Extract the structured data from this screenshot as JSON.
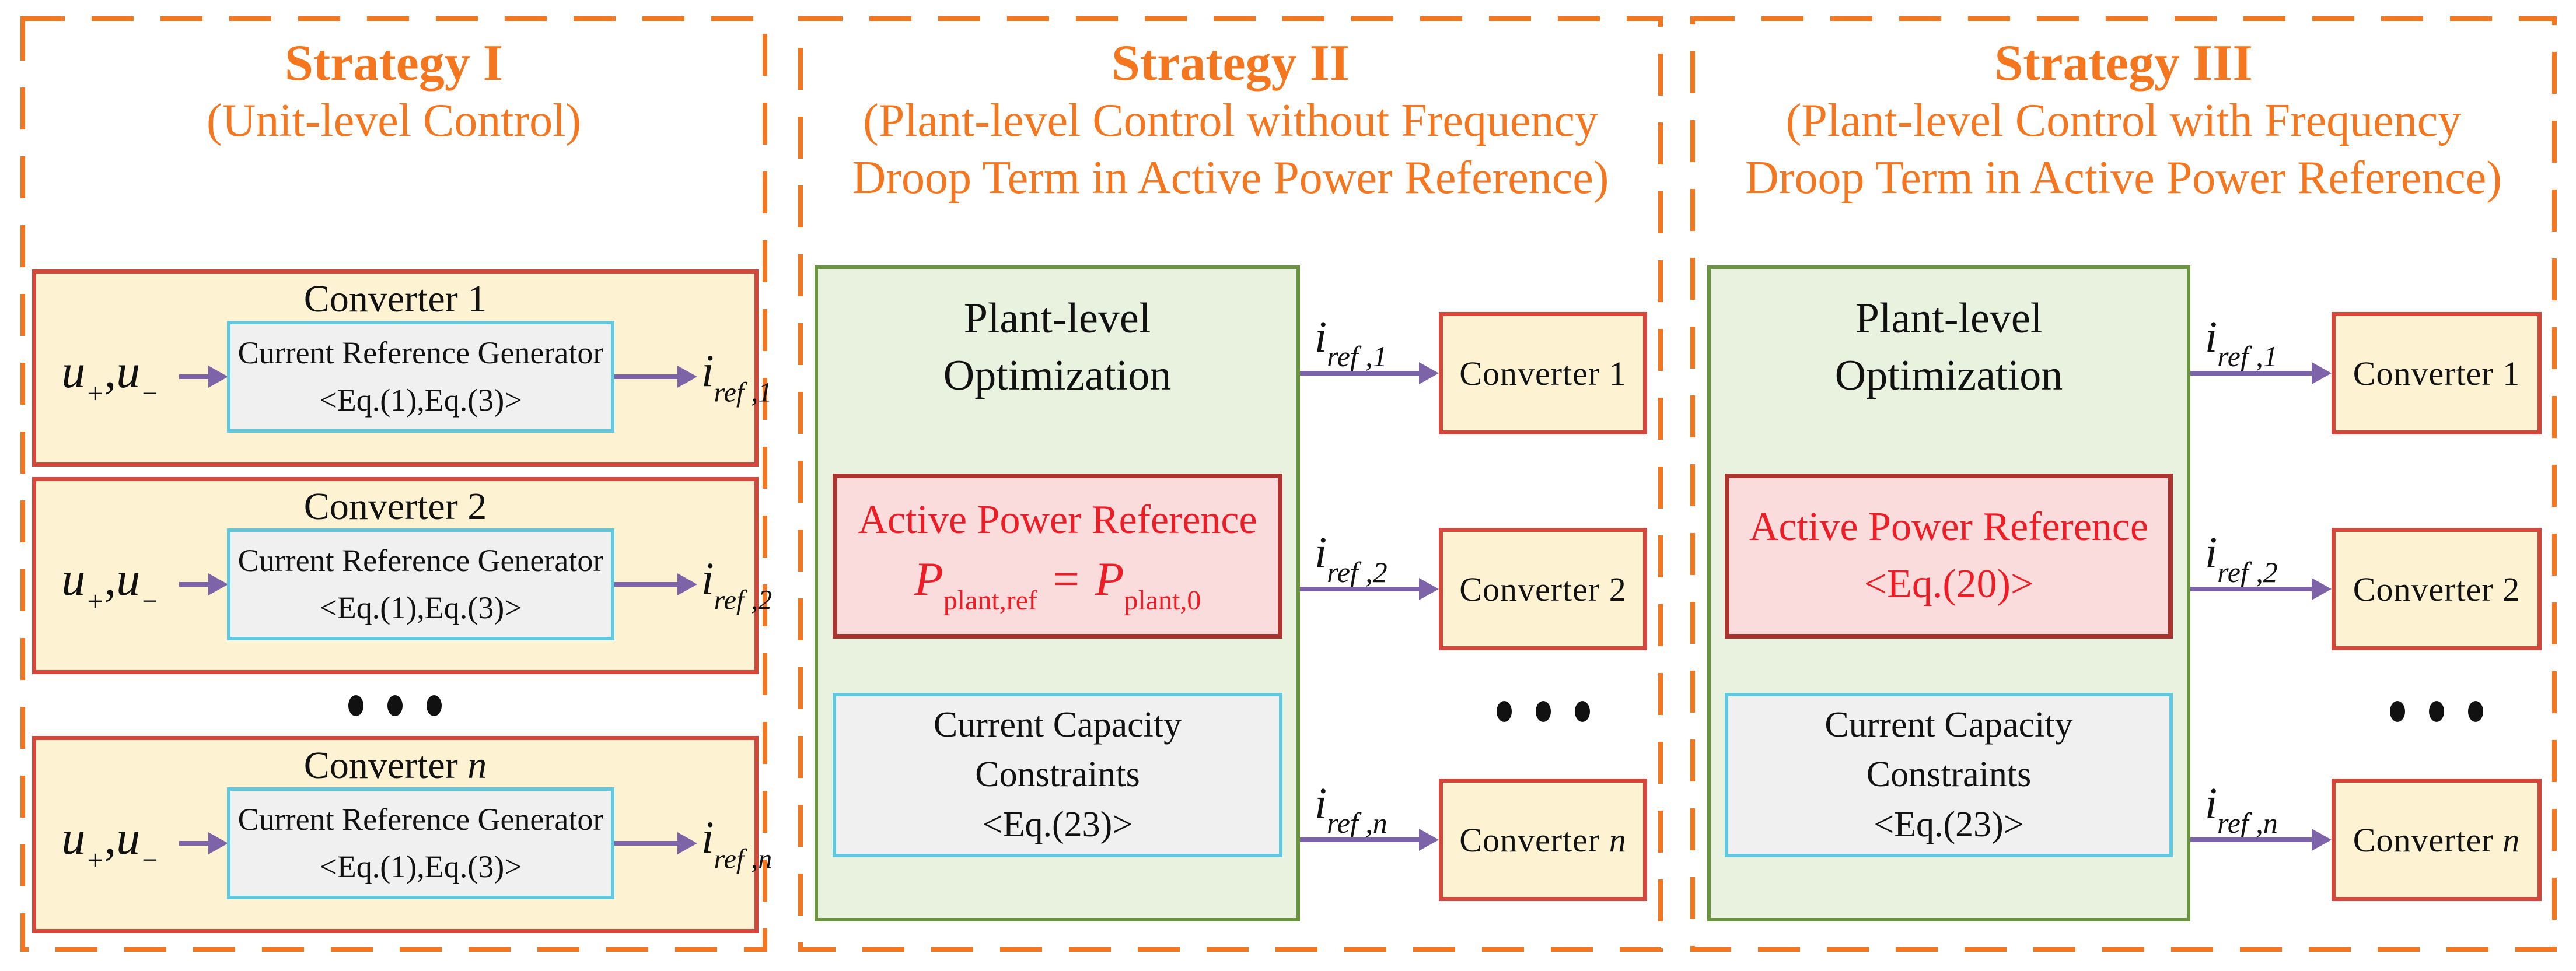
{
  "colors": {
    "panel_border": "#F4771F",
    "title_text": "#F4771F",
    "converter_fill": "#FDF3D2",
    "converter_border": "#D5473B",
    "generator_fill": "#F0F0F0",
    "generator_border": "#63C7DE",
    "arrow": "#7D63A8",
    "plant_fill": "#E9F1DF",
    "plant_border": "#6B9440",
    "apr_fill": "#FADCDC",
    "apr_border": "#A93430",
    "apr_text": "#EE1C25",
    "body_text": "#111111"
  },
  "icons": {
    "ellipsis": "three-dots"
  },
  "strategy1": {
    "title": "Strategy I",
    "subtitle1": "(Unit-level Control)",
    "generator_line1": "Current Reference Generator",
    "generator_line2": "<Eq.(1),Eq.(3)>",
    "input": {
      "u1": "u",
      "sub1": "+",
      "comma": ",",
      "u2": "u",
      "sub2": "−"
    },
    "units": [
      {
        "name": "Converter 1",
        "name_it": "",
        "out_base": "i",
        "out_sub": "ref ,1"
      },
      {
        "name": "Converter 2",
        "name_it": "",
        "out_base": "i",
        "out_sub": "ref ,2"
      },
      {
        "name": "Converter ",
        "name_it": "n",
        "out_base": "i",
        "out_sub": "ref ,n"
      }
    ]
  },
  "strategy2": {
    "title": "Strategy II",
    "subtitle1": "(Plant-level Control without Frequency",
    "subtitle2": "Droop Term in Active Power Reference)",
    "optimization_line1": "Plant-level",
    "optimization_line2": "Optimization",
    "apr_title": "Active Power Reference",
    "apr_formula": {
      "p1": "P",
      "sub1": "plant,ref",
      "eq": "=",
      "p2": "P",
      "sub2": "plant,0"
    },
    "constraints_line1": "Current Capacity",
    "constraints_line2": "Constraints",
    "constraints_line3": "<Eq.(23)>",
    "outputs": [
      {
        "base": "i",
        "sub": "ref ,1",
        "name": "Converter 1",
        "name_it": ""
      },
      {
        "base": "i",
        "sub": "ref ,2",
        "name": "Converter 2",
        "name_it": ""
      },
      {
        "base": "i",
        "sub": "ref ,n",
        "name": "Converter ",
        "name_it": "n"
      }
    ]
  },
  "strategy3": {
    "title": "Strategy III",
    "subtitle1": "(Plant-level Control with Frequency",
    "subtitle2": "Droop Term in Active Power Reference)",
    "optimization_line1": "Plant-level",
    "optimization_line2": "Optimization",
    "apr_title": "Active Power Reference",
    "apr_eq": "<Eq.(20)>",
    "constraints_line1": "Current Capacity",
    "constraints_line2": "Constraints",
    "constraints_line3": "<Eq.(23)>",
    "outputs": [
      {
        "base": "i",
        "sub": "ref ,1",
        "name": "Converter 1",
        "name_it": ""
      },
      {
        "base": "i",
        "sub": "ref ,2",
        "name": "Converter 2",
        "name_it": ""
      },
      {
        "base": "i",
        "sub": "ref ,n",
        "name": "Converter ",
        "name_it": "n"
      }
    ]
  }
}
